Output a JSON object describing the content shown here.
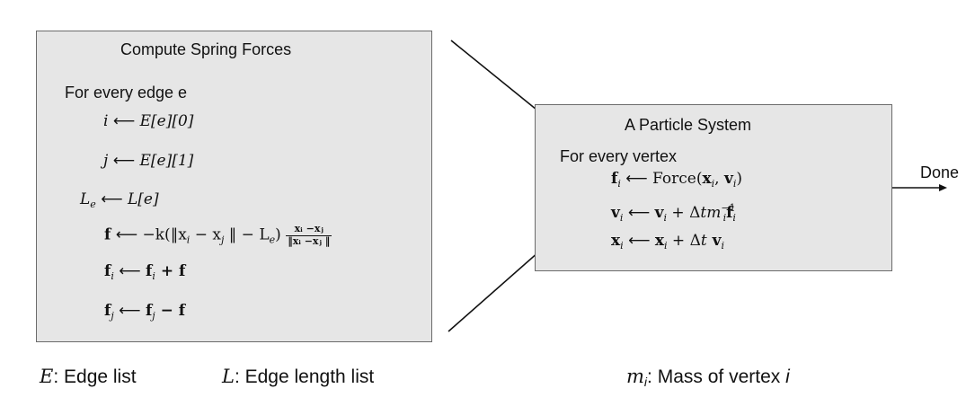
{
  "spring_box": {
    "title": "Compute Spring Forces",
    "loop_label": "For every edge e",
    "lines": {
      "i_lhs": "i",
      "i_rhs": "E[e][0]",
      "j_lhs": "j",
      "j_rhs": "E[e][1]",
      "le_lhs": "L",
      "le_sub": "e",
      "le_rhs": "L[e]",
      "f_lhs": "f",
      "f_rhs_a": "−k(‖x",
      "f_rhs_b": " − x",
      "f_rhs_c": " ‖ − L",
      "f_rhs_d": ")",
      "f_frac_num": "xᵢ −xⱼ",
      "f_frac_den": "‖xᵢ −xⱼ ‖",
      "fi_line": "f",
      "fi_rhs": "f",
      "fi_plus": " + f",
      "fj_line": "f",
      "fj_rhs": "f",
      "fj_minus": " − f"
    }
  },
  "particle_box": {
    "title": "A Particle System",
    "loop_label": "For every vertex",
    "lines": {
      "force_lhs": "f",
      "force_call": "Force(",
      "force_x": "x",
      "force_comma": ", ",
      "force_v": "v",
      "force_close": ")",
      "v_lhs": "v",
      "v_rhs": "v",
      "v_plus": " + Δ",
      "v_t": "t",
      "v_m": "m",
      "v_exp": "−1",
      "v_f": "f",
      "x_lhs": "x",
      "x_rhs": "x",
      "x_plus": " + Δ",
      "x_t": "t",
      "x_v": " v"
    }
  },
  "sub_i": "i",
  "sub_j": "j",
  "assign_arrow": "⟵",
  "done_label": "Done",
  "legend": {
    "e_sym": "E",
    "e_text": ": Edge list",
    "l_sym": "L",
    "l_text": ": Edge length list",
    "m_sym": "m",
    "m_sub": "i",
    "m_text": ": Mass of vertex ",
    "m_var": "i"
  }
}
